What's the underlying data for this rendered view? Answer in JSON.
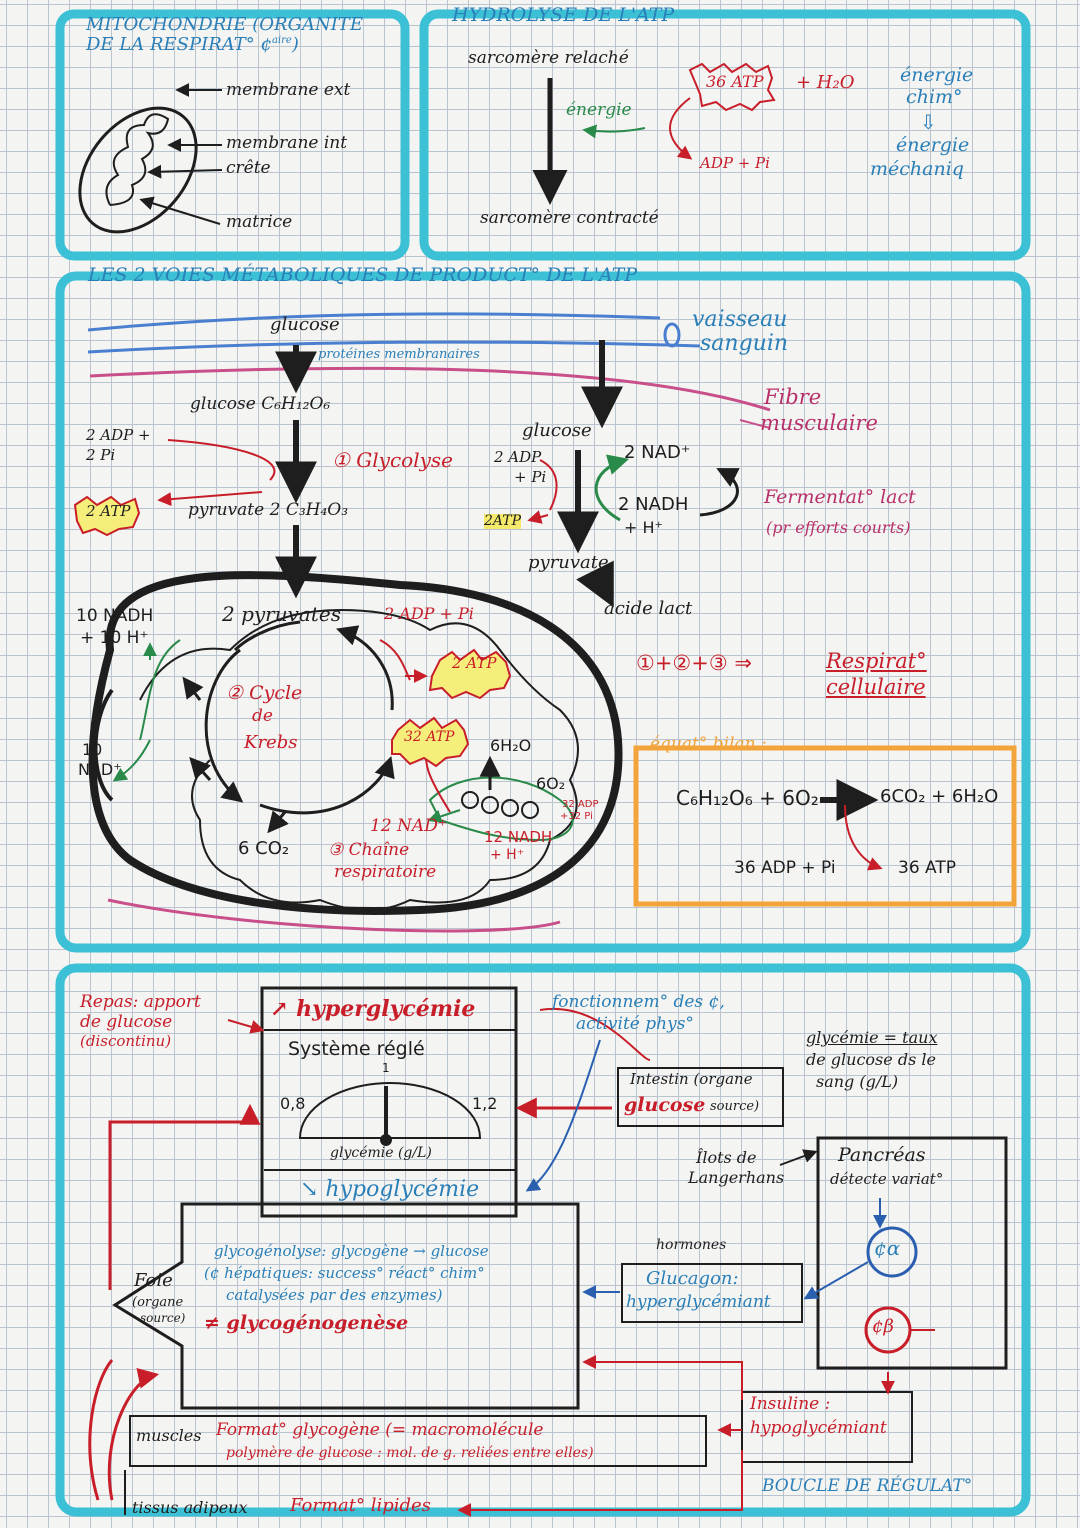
{
  "box1": {
    "title_line1": "MITOCHONDRIE (ORGANITE",
    "title_line2": "DE LA RESPIRAT° ¢",
    "title_sup": "aire",
    "labels": [
      "membrane ext",
      "membrane int",
      "crête",
      "matrice"
    ]
  },
  "box2": {
    "title": "HYDROLYSE DE L'ATP",
    "top": "sarcomère relaché",
    "bottom": "sarcomère contracté",
    "energie": "énergie",
    "atp": "36 ATP",
    "plus_water": "+ H₂O",
    "adp": "ADP + Pi",
    "chem_line1": "énergie",
    "chem_line2": "chim°",
    "arrow": "⇩",
    "mech_line1": "énergie",
    "mech_line2": "méchaniq"
  },
  "box3": {
    "title": "LES 2 VOIES MÉTABOLIQUES DE PRODUCT° DE L'ATP",
    "glucose": "glucose",
    "proteines": "protéines membranaires",
    "vessel_line1": "vaisseau",
    "vessel_line2": "sanguin",
    "fibre_line1": "Fibre",
    "fibre_line2": "musculaire",
    "glucose_formula": "glucose C₆H₁₂O₆",
    "adp_left_line1": "2 ADP +",
    "adp_left_line2": "2 Pi",
    "atp_left": "2 ATP",
    "glycolyse": "① Glycolyse",
    "pyruvate_formula": "pyruvate 2 C₃H₄O₃",
    "glucose2": "glucose",
    "adp_mid_line1": "2 ADP",
    "adp_mid_line2": "+ Pi",
    "atp_mid": "2ATP",
    "nad": "2 NAD⁺",
    "nadh": "2 NADH",
    "h_plus": "+ H⁺",
    "fermentation": "Fermentat° lact",
    "fermentation_note": "(pr efforts courts)",
    "pyruvate2": "pyruvate",
    "acide": "acide lact",
    "pyruvates": "2 pyruvates",
    "adp_krebs": "2 ADP + Pi",
    "atp_krebs": "2 ATP",
    "nadh_left_line1": "10 NADH",
    "nadh_left_line2": "+ 10 H⁺",
    "nad_left_line1": "10",
    "nad_left_line2": "NAD⁺",
    "krebs_line1": "② Cycle",
    "krebs_line2": "de",
    "krebs_line3": "Krebs",
    "atp32": "32 ATP",
    "h2o": "6H₂O",
    "o2": "6O₂",
    "adp32_line1": "32 ADP",
    "adp32_line2": "+32 Pi",
    "co2": "6 CO₂",
    "nad12": "12 NAD⁺",
    "chain_line1": "③ Chaîne",
    "chain_line2": "respiratoire",
    "nadh12_line1": "12 NADH",
    "nadh12_line2": "+ H⁺",
    "sum": "①+②+③ ⇒",
    "resp_line1": "Respirat°",
    "resp_line2": "cellulaire",
    "equation_title": "équat° bilan :",
    "equation": "C₆H₁₂O₆ + 6O₂",
    "products": "6CO₂ + 6H₂O",
    "adp36": "36 ADP + Pi",
    "atp36": "36 ATP"
  },
  "box4": {
    "repas_line1": "Repas: apport",
    "repas_line2": "de glucose",
    "repas_line3": "(discontinu)",
    "hyper": "↗ hyperglycémie",
    "systeme": "Système réglé",
    "val_low": "0,8",
    "val_mid": "1",
    "val_high": "1,2",
    "gauge_label": "glycémie (g/L)",
    "hypo": "↘ hypoglycémie",
    "fonction_line1": "fonctionnem° des ¢,",
    "fonction_line2": "activité phys°",
    "glycemie_line1": "glycémie = taux",
    "glycemie_line2": "de glucose ds le",
    "glycemie_line3": "sang (g/L)",
    "intestin_line1": "Intestin (organe",
    "intestin_line2": "glucose",
    "intestin_line3": "source)",
    "ilots_line1": "Îlots de",
    "ilots_line2": "Langerhans",
    "pancreas_line1": "Pancréas",
    "pancreas_line2": "détecte variat°",
    "alpha": "¢α",
    "beta": "¢β",
    "hormones": "hormones",
    "glucagon_line1": "Glucagon:",
    "glucagon_line2": "hyperglycémiant",
    "glyco_line1": "glycogénolyse: glycogène → glucose",
    "glyco_line2": "(¢ hépatiques: success° réact° chim°",
    "glyco_line3": "catalysées par des enzymes)",
    "glyco_line4": "≠ glycogénogenèse",
    "foie_line1": "Foie",
    "foie_line2": "(organe",
    "foie_line3": "source)",
    "muscles": "muscles",
    "formation_gly": "Format° glycogène (= macromolécule",
    "formation_gly2": "polymère de glucose : mol. de g. reliées entre elles)",
    "insuline_line1": "Insuline :",
    "insuline_line2": "hypoglycémiant",
    "tissus": "tissus adipeux",
    "formation_lip": "Format° lipides",
    "boucle": "BOUCLE DE RÉGULAT°"
  }
}
